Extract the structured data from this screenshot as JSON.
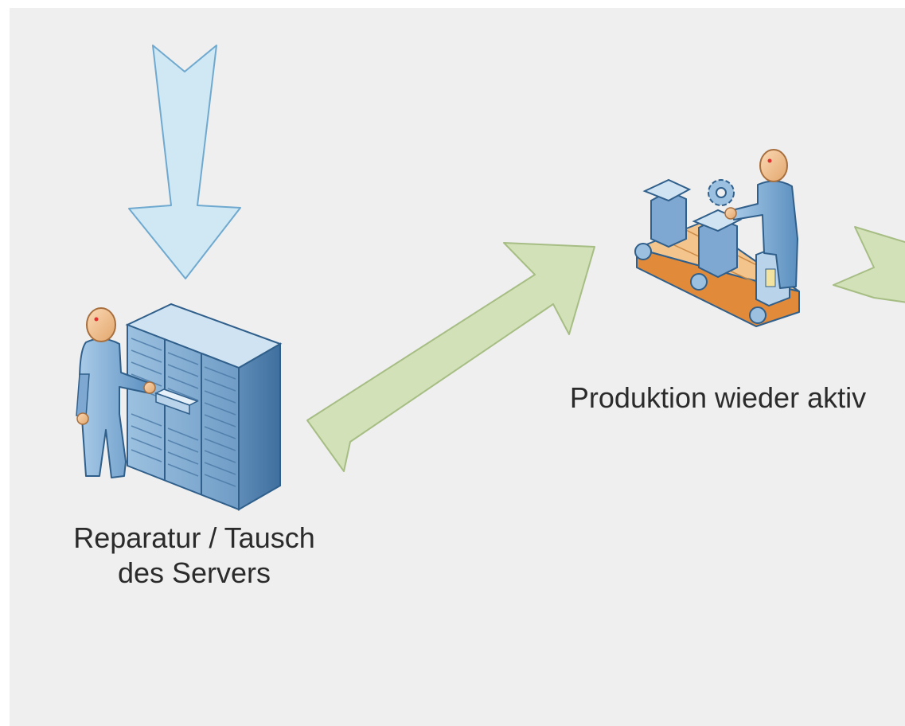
{
  "nodes": {
    "server_repair": {
      "label_line1": "Reparatur / Tausch",
      "label_line2": "des Servers",
      "icon": "technician-server-rack-icon"
    },
    "production": {
      "label": "Produktion wieder aktiv",
      "icon": "worker-conveyor-belt-icon"
    }
  },
  "arrows": [
    {
      "from": "above",
      "to": "server_repair",
      "color": "#cfe8f4"
    },
    {
      "from": "server_repair",
      "to": "production",
      "color": "#d3e1b9"
    },
    {
      "from": "production",
      "to": "offscreen-right",
      "color": "#d3e1b9"
    }
  ]
}
